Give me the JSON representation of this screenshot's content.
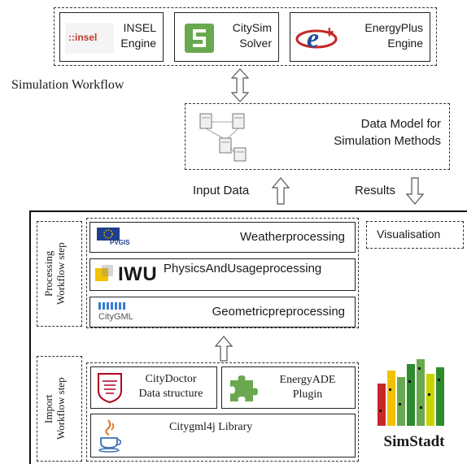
{
  "engines": [
    {
      "logo_text": "::insel",
      "label_line1": "INSEL",
      "label_line2": "Engine"
    },
    {
      "logo_text": "",
      "label_line1": "CitySim",
      "label_line2": "Solver"
    },
    {
      "logo_text": "e+",
      "label_line1": "EnergyPlus",
      "label_line2": "Engine"
    }
  ],
  "simulation_workflow_label": "Simulation Workflow",
  "data_model": {
    "line1": "Data Model for",
    "line2": "Simulation Methods"
  },
  "input_data_label": "Input Data",
  "results_label": "Results",
  "processing": {
    "step_label_line1": "Processing",
    "step_label_line2": "Workflow step",
    "rows": [
      {
        "logo": "PVGIS",
        "label": "Weatherprocessing"
      },
      {
        "logo": "IWU",
        "label": "PhysicsAndUsageprocessing"
      },
      {
        "logo": "CityGML",
        "label": "Geometricpreprocessing"
      }
    ]
  },
  "visualisation_label": "Visualisation",
  "import": {
    "step_label_line1": "Import",
    "step_label_line2": "Workflow step",
    "citydoctor": {
      "line1": "CityDoctor",
      "line2": "Data structure"
    },
    "energyade": {
      "line1": "EnergyADE",
      "line2": "Plugin"
    },
    "citygml4j": "Citygml4j Library"
  },
  "simstadt_label": "SimStadt",
  "colors": {
    "insel_red": "#c0392b",
    "citysim_green": "#6aa84f",
    "eplus_blue": "#1f4e9c",
    "eplus_red": "#c62828",
    "iwu_yellow": "#f2c200",
    "pvgis_blue": "#1f3f8f"
  }
}
